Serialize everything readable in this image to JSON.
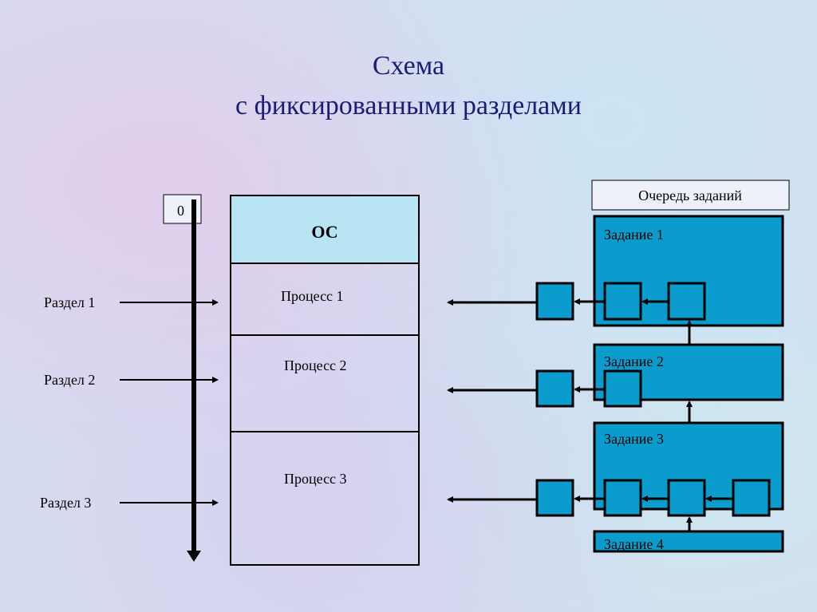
{
  "title": {
    "line1": "Схема",
    "line2": "с фиксированными разделами"
  },
  "address_start": "0",
  "memory": {
    "os": "ОС",
    "processes": [
      "Процесс 1",
      "Процесс 2",
      "Процесс 3"
    ]
  },
  "partitions": [
    "Раздел 1",
    "Раздел 2",
    "Раздел 3"
  ],
  "queue": {
    "header": "Очередь заданий",
    "jobs": [
      "Задание 1",
      "Задание 2",
      "Задание 3",
      "Задание 4"
    ]
  },
  "colors": {
    "job_fill": "#0a9ccc",
    "os_fill": "#b8e4f4",
    "title": "#1c1c78"
  }
}
